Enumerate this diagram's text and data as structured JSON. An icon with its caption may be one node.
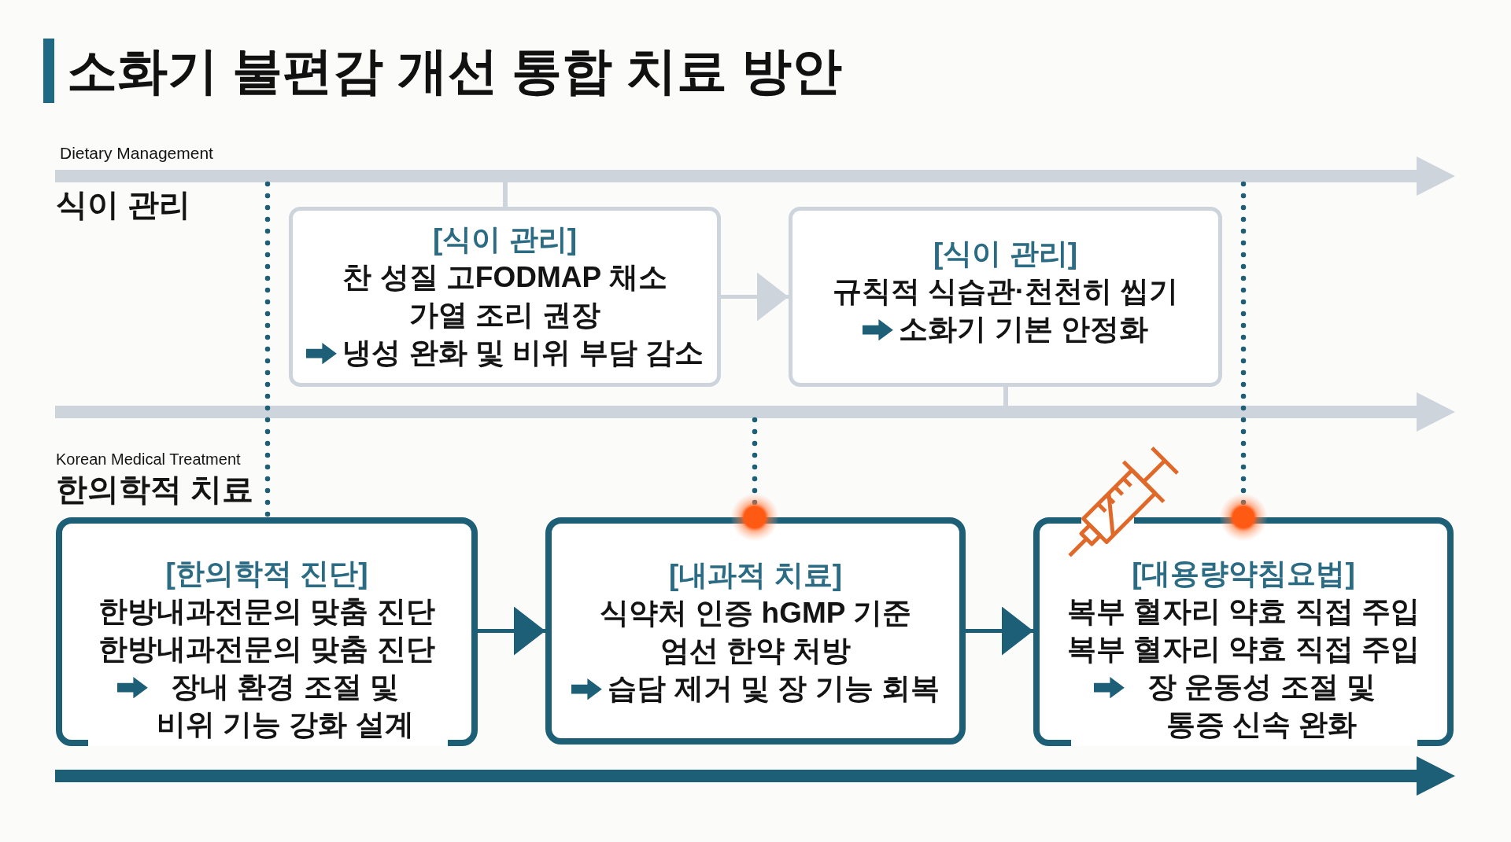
{
  "diagram": {
    "title": "소화기 불편감 개선 통합 치료 방안",
    "nodes": [
      {
        "text": [
          "[식이 관리]",
          "찬 성질 고FODMAP 채소 가열 조리 권장",
          "냉성 완화 및 비위 부담 감소"
        ]
      },
      {
        "text": [
          "[식이 관리]",
          "규칙적 식습관·천천히 씹기",
          "소화기 기본 안정화"
        ]
      },
      {
        "text": [
          "[한의학적 진단]",
          "한방내과전문의 맞춤 진단",
          "한방내과전문의 맞춤 진단",
          "장내 환경 조절 및 비위 기능 강화 설계"
        ]
      },
      {
        "text": [
          "[내과적 치료]",
          "식약처 인증 hGMP 기준 엄선 한약 처방",
          "습담 제거 및 장 기능 회복"
        ]
      },
      {
        "text": [
          "[대용량약침요법]",
          "복부 혈자리 약효 직접 주입",
          "복부 혈자리 약효 직접 주입",
          "장 운동성 조절 및 통증 신속 완화"
        ]
      }
    ],
    "edges": [
      {
        "from": null,
        "to": 0,
        "arrow": "none",
        "color": "#cdd4db"
      },
      {
        "from": 0,
        "to": 1,
        "arrow": "to",
        "color": "#cdd4db"
      },
      {
        "from": 1,
        "to": null,
        "arrow": "none",
        "color": "#cdd4db"
      },
      {
        "from": null,
        "to": 2,
        "arrow": "none",
        "style": "dashed"
      },
      {
        "from": 2,
        "to": 3,
        "arrow": "to"
      },
      {
        "from": null,
        "to": 3,
        "arrow": "other",
        "style": "dashed"
      },
      {
        "from": 3,
        "to": 4,
        "arrow": "to"
      },
      {
        "from": null,
        "to": 4,
        "arrow": "other",
        "style": "dashed"
      }
    ],
    "labels": [
      "Dietary Management",
      "식이 관리",
      "Korean Medical Treatment",
      "한의학적 치료"
    ]
  }
}
